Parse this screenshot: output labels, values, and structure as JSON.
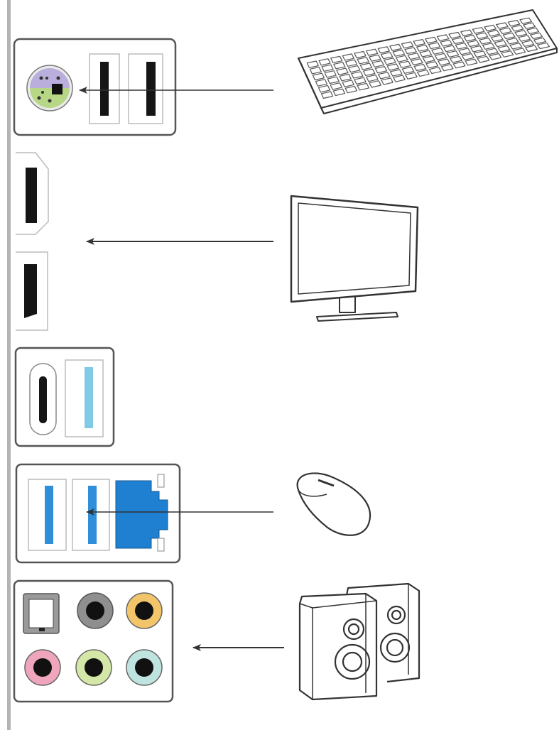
{
  "diagram": {
    "panel_groups": [
      {
        "name": "ps2-usb-group",
        "ports": [
          "ps2-combo-port",
          "usb-a-port",
          "usb-a-port"
        ]
      },
      {
        "name": "display-group",
        "ports": [
          "hdmi-port",
          "displayport-port"
        ]
      },
      {
        "name": "usb-c-group",
        "ports": [
          "usb-c-port",
          "usb-a-port"
        ]
      },
      {
        "name": "usb-lan-group",
        "ports": [
          "usb-a-port",
          "usb-a-port",
          "rj45-lan-port"
        ]
      },
      {
        "name": "audio-group",
        "ports": [
          "optical-spdif-port",
          "audio-jack",
          "audio-jack",
          "audio-jack",
          "audio-jack",
          "audio-jack"
        ]
      }
    ],
    "devices": [
      "keyboard-icon",
      "monitor-icon",
      "mouse-icon",
      "speakers-icon"
    ],
    "connections": [
      {
        "from": "keyboard-icon",
        "to": "ps2-combo-port"
      },
      {
        "from": "monitor-icon",
        "to": "display-group"
      },
      {
        "from": "mouse-icon",
        "to": "usb-a-port"
      },
      {
        "from": "speakers-icon",
        "to": "audio-group"
      }
    ],
    "colors": {
      "panel_rail": "#b4b4b4",
      "outline": "#333333",
      "usb_blue": "#2f8fd8",
      "usb_light_blue": "#7fcbe6",
      "lan_blue": "#1f7fd0",
      "ps2_purple": "#b9aedc",
      "ps2_green": "#b7d787",
      "jack_gray": "#8f8f8f",
      "jack_orange": "#f3c56b",
      "jack_pink": "#efa6bd",
      "jack_green": "#d4e7a6",
      "jack_cyan": "#bfe3df"
    }
  }
}
